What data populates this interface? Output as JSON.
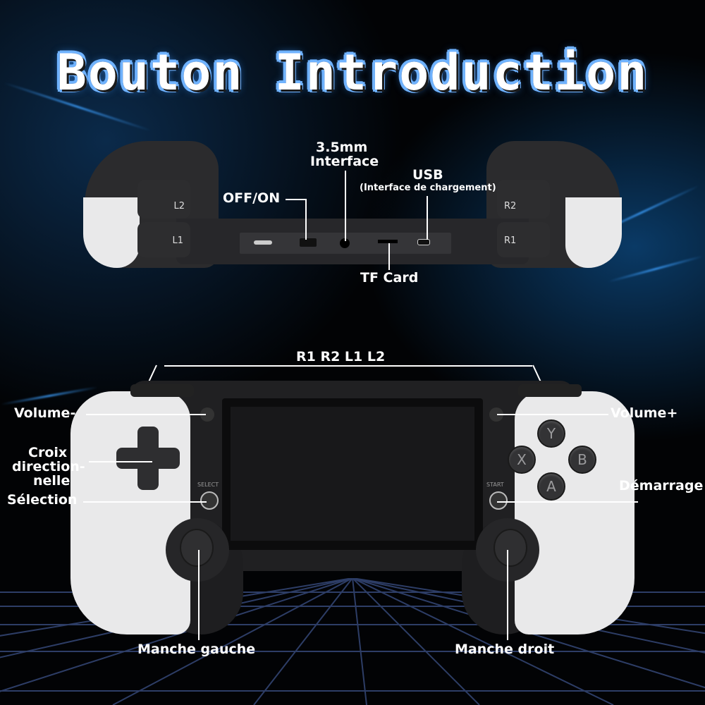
{
  "title": "Bouton Introduction",
  "top_view": {
    "labels": {
      "jack": "3.5mm",
      "jack2": "Interface",
      "usb": "USB",
      "usb_sub": "(Interface de chargement)",
      "power": "OFF/ON",
      "tf": "TF Card"
    },
    "shoulders": {
      "l2": "L2",
      "l1": "L1",
      "r2": "R2",
      "r1": "R1"
    }
  },
  "front_view": {
    "shoulder_label": "R1 R2 L1 L2",
    "volume_minus": "Volume-",
    "volume_plus": "Volume+",
    "dpad": [
      "Croix",
      "direction-",
      "nelle"
    ],
    "select": "Sélection",
    "start": "Démarrage",
    "left_stick": "Manche gauche",
    "right_stick": "Manche droit",
    "select_print": "SELECT",
    "start_print": "START",
    "face_buttons": {
      "y": "Y",
      "x": "X",
      "b": "B",
      "a": "A"
    }
  },
  "colors": {
    "accent": "#6fb2ff",
    "background": "#020305",
    "body_white": "#e9e9ea",
    "body_dark": "#2b2b2d"
  }
}
